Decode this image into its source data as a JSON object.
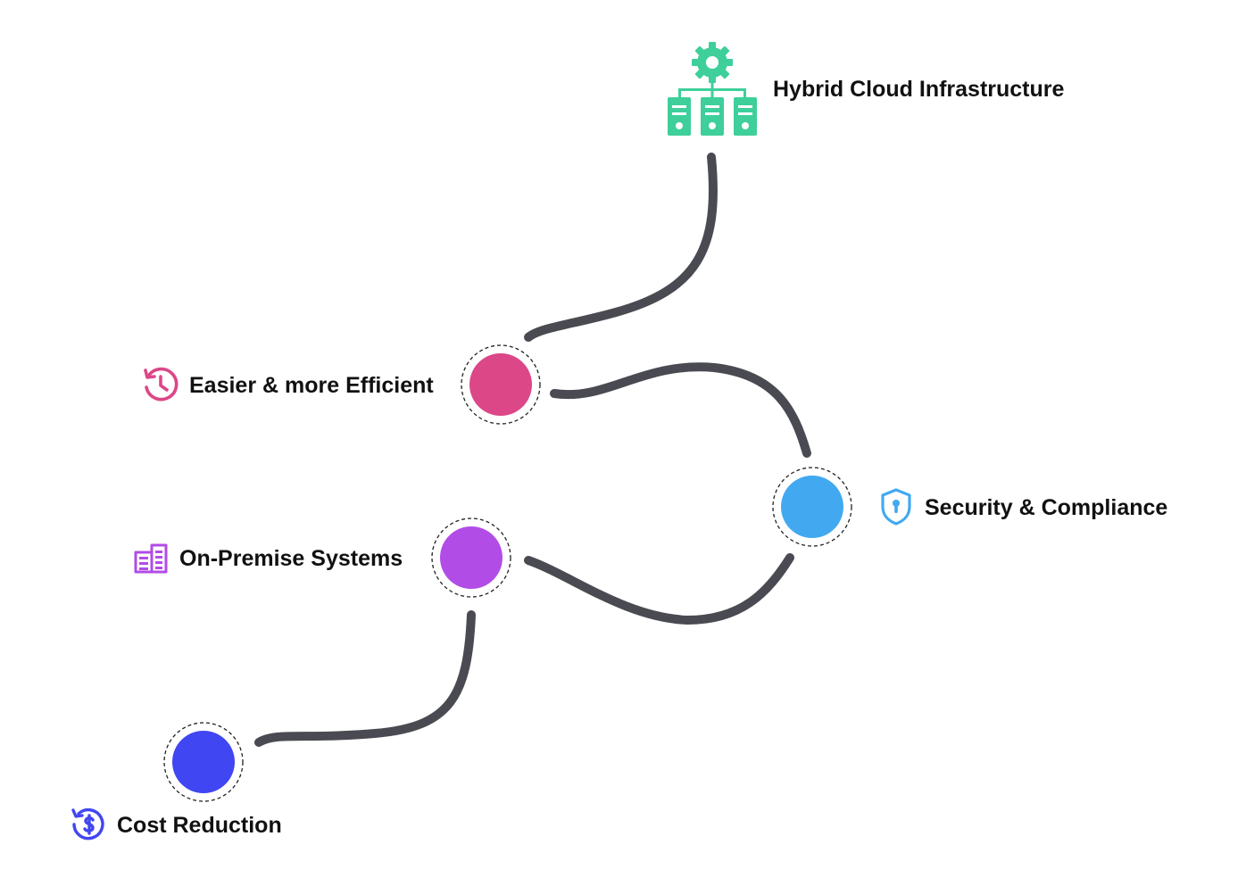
{
  "nodes": [
    {
      "id": "hybrid",
      "label": "Hybrid Cloud Infrastructure",
      "icon": "server-network-gear-icon",
      "color": "#3ecf9b"
    },
    {
      "id": "easier",
      "label": "Easier & more Efficient",
      "icon": "history-clock-icon",
      "color": "#dc4788"
    },
    {
      "id": "security",
      "label": "Security & Compliance",
      "icon": "shield-lock-icon",
      "color": "#42a9f1"
    },
    {
      "id": "onprem",
      "label": "On-Premise Systems",
      "icon": "building-icon",
      "color": "#b24ce6"
    },
    {
      "id": "cost",
      "label": "Cost Reduction",
      "icon": "dollar-refresh-icon",
      "color": "#4046f1"
    }
  ],
  "edges": [
    {
      "from": "hybrid",
      "to": "easier"
    },
    {
      "from": "easier",
      "to": "security"
    },
    {
      "from": "security",
      "to": "onprem"
    },
    {
      "from": "onprem",
      "to": "cost"
    }
  ],
  "connector_color": "#4a4a52"
}
